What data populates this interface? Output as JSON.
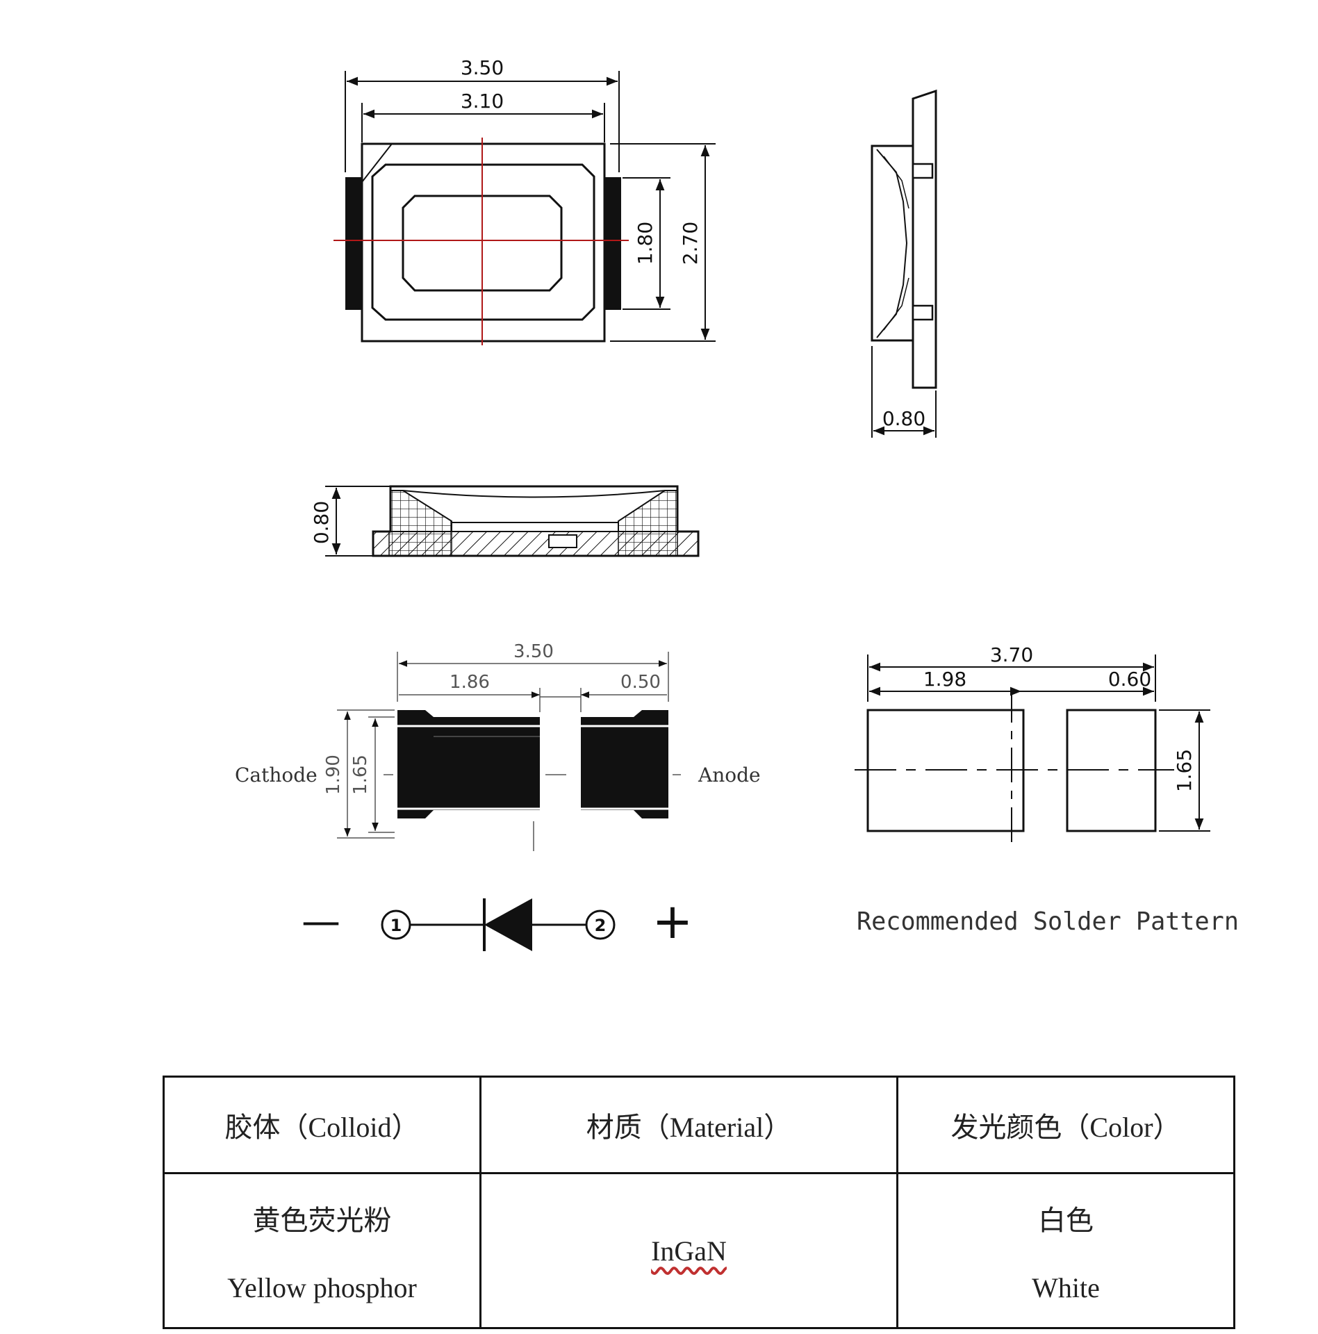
{
  "top_view": {
    "width_outer": "3.50",
    "width_body": "3.10",
    "height_inner": "1.80",
    "height_outer": "2.70"
  },
  "side_view": {
    "thickness": "0.80"
  },
  "front_view": {
    "thickness": "0.80"
  },
  "bottom_view": {
    "total": "3.50",
    "cathode_pad": "1.86",
    "anode_pad": "0.50",
    "height_outer": "1.90",
    "height_pad": "1.65",
    "cathode_label": "Cathode",
    "anode_label": "Anode"
  },
  "symbol": {
    "minus": "—",
    "plus": "+",
    "pin1": "1",
    "pin2": "2"
  },
  "solder_pattern": {
    "total": "3.70",
    "left_pad": "1.98",
    "right_pad": "0.60",
    "height": "1.65",
    "caption": "Recommended Solder Pattern"
  },
  "spec_table": {
    "headers": [
      "胶体（Colloid）",
      "材质（Material）",
      "发光颜色（Color）"
    ],
    "colloid_cn": "黄色荧光粉",
    "colloid_en": "Yellow phosphor",
    "material": "InGaN",
    "color_cn": "白色",
    "color_en": "White"
  }
}
